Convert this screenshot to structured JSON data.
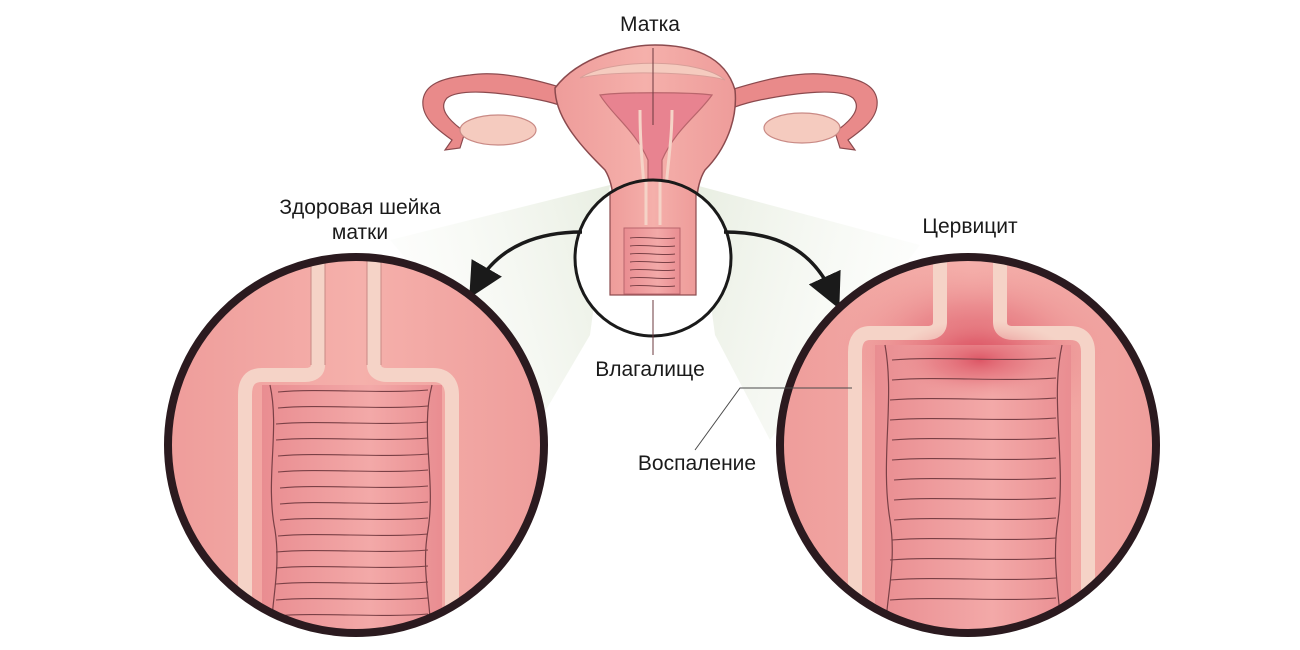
{
  "labels": {
    "uterus": "Матка",
    "healthy_cervix": "Здоровая шейка матки",
    "cervicitis": "Цервицит",
    "vagina": "Влагалище",
    "inflammation": "Воспаление"
  },
  "colors": {
    "tissue": "#f2a3a0",
    "tissue_dark": "#e98a8a",
    "tissue_light": "#f7c7c0",
    "canal_lining": "#f5d3c7",
    "outline": "#8b4a4e",
    "circle_border": "#2b1a1f",
    "inflammation_red": "#d9485a",
    "beam": "#eef2e8",
    "arrow": "#1a1a1a"
  },
  "icons": {
    "arrow_left": "curved-arrow-left",
    "arrow_right": "curved-arrow-right"
  }
}
